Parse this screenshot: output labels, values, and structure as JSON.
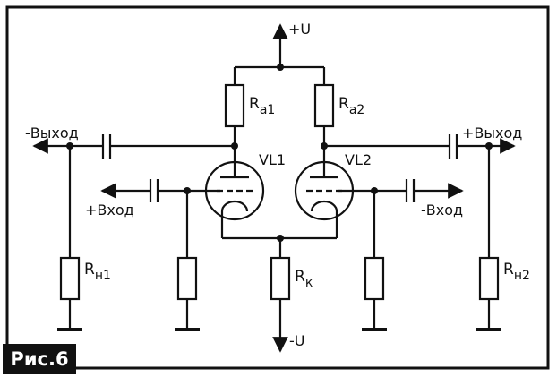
{
  "figure_label": "Рис.6",
  "labels": {
    "plus_u": "+U",
    "minus_u": "-U",
    "minus_output": "-Выход",
    "plus_output": "+Выход",
    "plus_input": "+Вход",
    "minus_input": "-Вход",
    "tube_1": "VL1",
    "tube_2": "VL2"
  },
  "resistors": {
    "ra1": {
      "main": "R",
      "sub": "a1"
    },
    "ra2": {
      "main": "R",
      "sub": "a2"
    },
    "rn1": {
      "main": "R",
      "sub": "н1"
    },
    "rn2": {
      "main": "R",
      "sub": "н2"
    },
    "rk": {
      "main": "R",
      "sub": "к"
    }
  }
}
